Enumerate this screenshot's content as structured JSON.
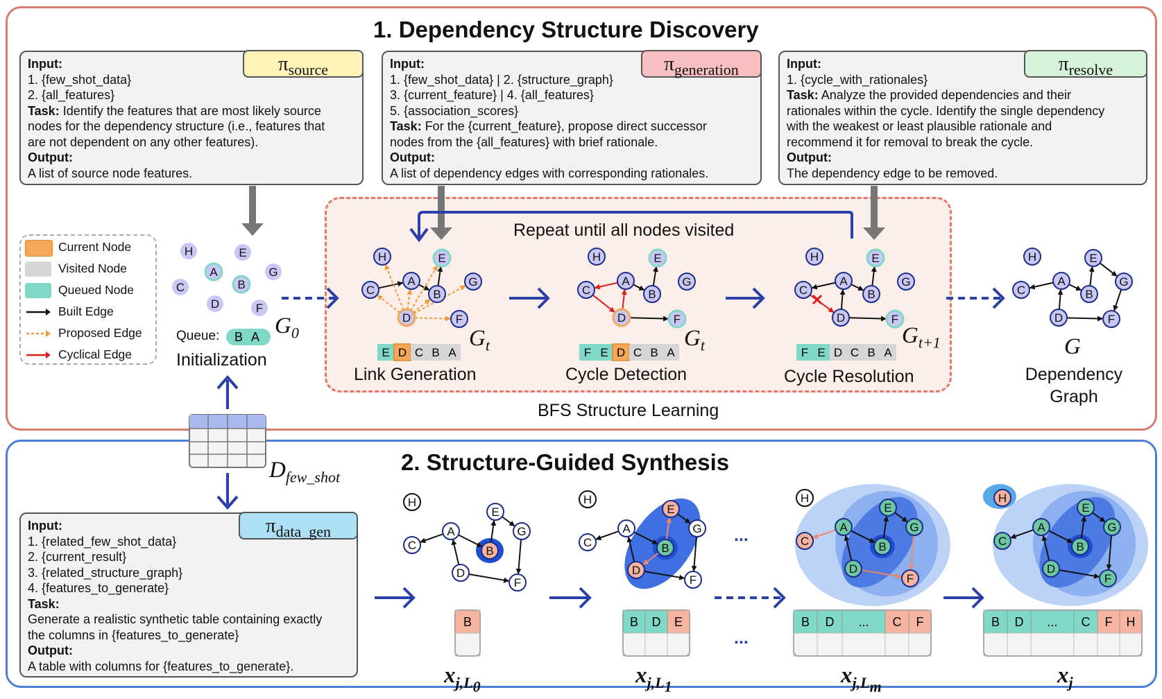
{
  "section1": {
    "title": "1. Dependency Structure Discovery"
  },
  "section2": {
    "title": "2. Structure-Guided Synthesis"
  },
  "prompts": {
    "source": {
      "tag": "π",
      "tag_sub": "source",
      "lines": [
        "Input:",
        "1. {few_shot_data}",
        "2. {all_features}",
        "Task: Identify the features that are most likely source",
        "nodes for the dependency structure (i.e., features that",
        "are not dependent on any other features).",
        "Output:",
        "A list of source node features."
      ]
    },
    "generation": {
      "tag": "π",
      "tag_sub": "generation",
      "lines": [
        "Input:",
        "1. {few_shot_data} | 2. {structure_graph}",
        "3. {current_feature} | 4. {all_features}",
        "5. {association_scores}",
        "Task: For the {current_feature}, propose direct successor",
        "nodes from the {all_features} with brief rationale.",
        "Output:",
        "A list of dependency edges with corresponding rationales."
      ]
    },
    "resolve": {
      "tag": "π",
      "tag_sub": "resolve",
      "lines": [
        "Input:",
        "1. {cycle_with_rationales}",
        "Task: Analyze the provided dependencies and their",
        "rationales within the cycle. Identify the single dependency",
        "with the weakest or least plausible rationale and",
        "recommend it for removal to break the cycle.",
        "Output:",
        "The dependency edge to be removed."
      ]
    },
    "data_gen": {
      "tag": "π",
      "tag_sub": "data_gen",
      "lines": [
        "Input:",
        "1. {related_few_shot_data}",
        "2. {current_result}",
        "3. {related_structure_graph}",
        "4. {features_to_generate}",
        "Task:",
        "Generate a realistic synthetic table containing exactly",
        "the columns in {features_to_generate}",
        "Output:",
        "A table with columns for {features_to_generate}."
      ]
    }
  },
  "legend": [
    {
      "label": "Current Node",
      "color": "#f5a85a"
    },
    {
      "label": "Visited Node",
      "color": "#d6d6d6"
    },
    {
      "label": "Queued Node",
      "color": "#7fd8c8"
    },
    {
      "label": "Built Edge",
      "color": "#111111"
    },
    {
      "label": "Proposed Edge",
      "color": "#f29a3a"
    },
    {
      "label": "Cyclical Edge",
      "color": "#e01b1b"
    }
  ],
  "init": {
    "queue_label": "Queue:",
    "queue": "B A",
    "graph": "G",
    "graph_sub": "0",
    "caption": "Initialization"
  },
  "bfs": {
    "repeat": "Repeat until all nodes visited",
    "caption": "BFS Structure Learning",
    "stages": [
      {
        "caption": "Link Generation",
        "graph": "G",
        "graph_sub": "t",
        "queue": [
          "E",
          "D",
          "C",
          "B",
          "A"
        ]
      },
      {
        "caption": "Cycle Detection",
        "graph": "G",
        "graph_sub": "t",
        "queue": [
          "F",
          "E",
          "D",
          "C",
          "B",
          "A"
        ]
      },
      {
        "caption": "Cycle Resolution",
        "graph": "G",
        "graph_sub": "t+1",
        "queue": [
          "F",
          "E",
          "D",
          "C",
          "B",
          "A"
        ]
      }
    ]
  },
  "final": {
    "graph": "G",
    "caption_line1": "Dependency",
    "caption_line2": "Graph"
  },
  "fewshot": {
    "label": "D",
    "label_sub": "few_shot"
  },
  "synthesis": {
    "tables": [
      {
        "header": [
          "B"
        ],
        "label": "x",
        "label_sub": "j,L",
        "label_sub2": "0"
      },
      {
        "header": [
          "B",
          "D",
          "E"
        ],
        "label": "x",
        "label_sub": "j,L",
        "label_sub2": "1"
      },
      {
        "header": [
          "B",
          "D",
          "...",
          "C",
          "F"
        ],
        "label": "x",
        "label_sub": "j,L",
        "label_sub2": "m"
      },
      {
        "header": [
          "B",
          "D",
          "...",
          "C",
          "F",
          "H"
        ],
        "label": "x",
        "label_sub": "j",
        "label_sub2": ""
      }
    ],
    "dots": "..."
  },
  "nodes": [
    "A",
    "B",
    "C",
    "D",
    "E",
    "F",
    "G",
    "H"
  ],
  "colors": {
    "queued": "#7fd8c8",
    "current": "#f5a85a",
    "visited": "#d6d6d6",
    "node": "#c9c8f5",
    "blue_arrow": "#2a3fa8",
    "salmon": "#f6b4a0",
    "green": "#6cc7a2"
  }
}
